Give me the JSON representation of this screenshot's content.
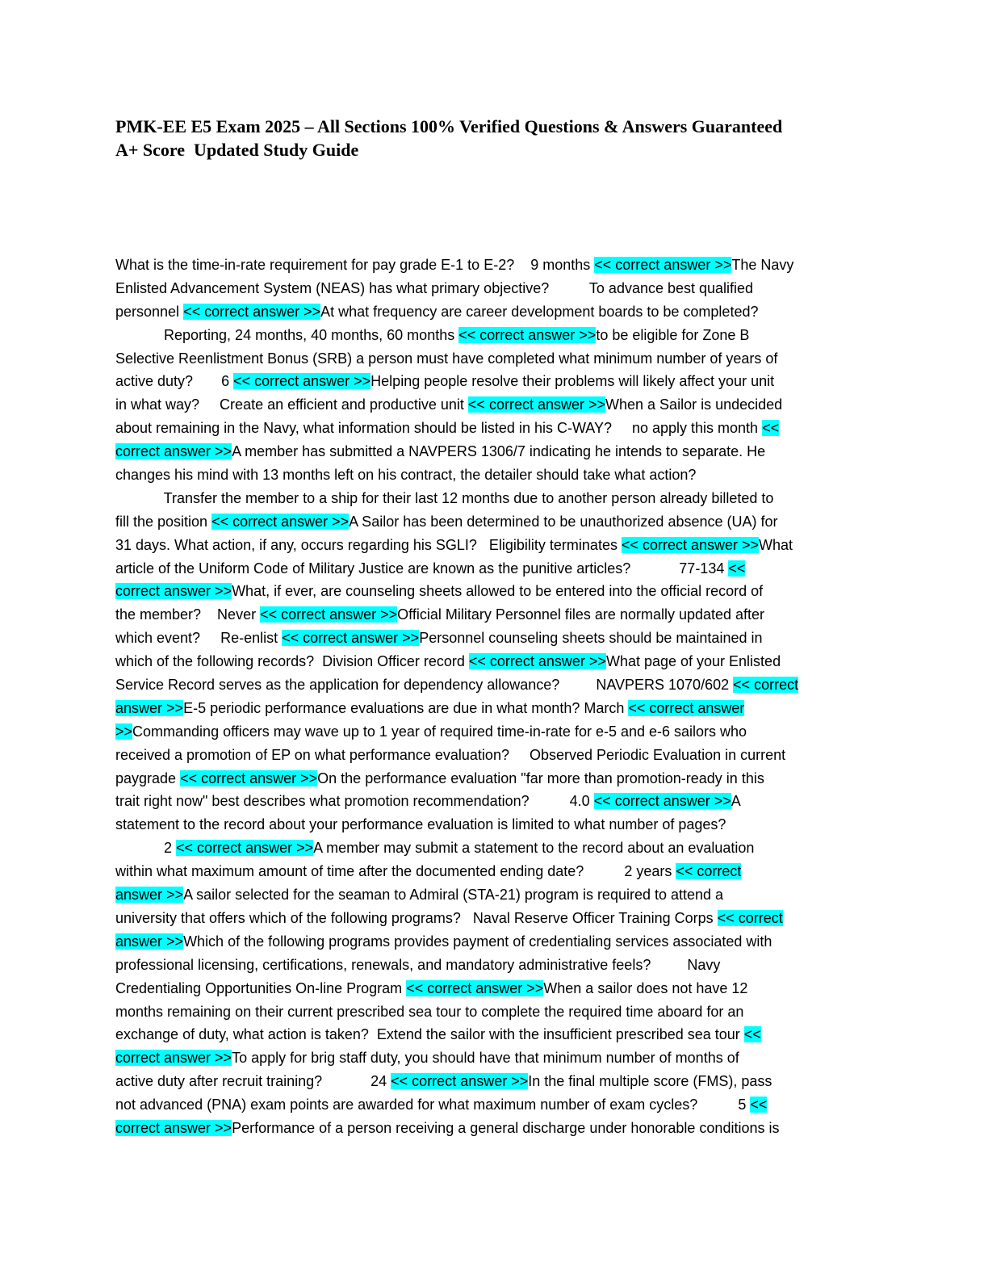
{
  "document": {
    "title_lines": [
      "PMK-EE E5 Exam 2025 – All Sections 100% Verified Questions & Answers Guaranteed",
      "A+ Score  Updated Study Guide"
    ],
    "highlight_color": "#00ffff",
    "body_lines": [
      [
        {
          "t": "What is the time-in-rate requirement for pay grade E-1 to E-2?    9 months "
        },
        {
          "t": "<< correct answer >>",
          "hl": true
        },
        {
          "t": "The Navy"
        }
      ],
      [
        {
          "t": "Enlisted Advancement System (NEAS) has what primary objective?          To advance best qualified"
        }
      ],
      [
        {
          "t": "personnel "
        },
        {
          "t": "<< correct answer >>",
          "hl": true
        },
        {
          "t": "At what frequency are career development boards to be completed?"
        }
      ],
      [
        {
          "t": "            Reporting, 24 months, 40 months, 60 months "
        },
        {
          "t": "<< correct answer >>",
          "hl": true
        },
        {
          "t": "to be eligible for Zone B"
        }
      ],
      [
        {
          "t": "Selective Reenlistment Bonus (SRB) a person must have completed what minimum number of years of"
        }
      ],
      [
        {
          "t": "active duty?       6 "
        },
        {
          "t": "<< correct answer >>",
          "hl": true
        },
        {
          "t": "Helping people resolve their problems will likely affect your unit"
        }
      ],
      [
        {
          "t": "in what way?     Create an efficient and productive unit "
        },
        {
          "t": "<< correct answer >>",
          "hl": true
        },
        {
          "t": "When a Sailor is undecided"
        }
      ],
      [
        {
          "t": "about remaining in the Navy, what information should be listed in his C-WAY?     no apply this month "
        },
        {
          "t": "<<",
          "hl": true
        }
      ],
      [
        {
          "t": "correct answer >>",
          "hl": true
        },
        {
          "t": "A member has submitted a NAVPERS 1306/7 indicating he intends to separate. He"
        }
      ],
      [
        {
          "t": "changes his mind with 13 months left on his contract, the detailer should take what action?"
        }
      ],
      [
        {
          "t": "            Transfer the member to a ship for their last 12 months due to another person already billeted to"
        }
      ],
      [
        {
          "t": "fill the position "
        },
        {
          "t": "<< correct answer >>",
          "hl": true
        },
        {
          "t": "A Sailor has been determined to be unauthorized absence (UA) for"
        }
      ],
      [
        {
          "t": "31 days. What action, if any, occurs regarding his SGLI?   Eligibility terminates "
        },
        {
          "t": "<< correct answer >>",
          "hl": true
        },
        {
          "t": "What"
        }
      ],
      [
        {
          "t": "article of the Uniform Code of Military Justice are known as the punitive articles?            77-134 "
        },
        {
          "t": "<<",
          "hl": true
        }
      ],
      [
        {
          "t": "correct answer >>",
          "hl": true
        },
        {
          "t": "What, if ever, are counseling sheets allowed to be entered into the official record of"
        }
      ],
      [
        {
          "t": "the member?    Never "
        },
        {
          "t": "<< correct answer >>",
          "hl": true
        },
        {
          "t": "Official Military Personnel files are normally updated after"
        }
      ],
      [
        {
          "t": "which event?     Re-enlist "
        },
        {
          "t": "<< correct answer >>",
          "hl": true
        },
        {
          "t": "Personnel counseling sheets should be maintained in"
        }
      ],
      [
        {
          "t": "which of the following records?  Division Officer record "
        },
        {
          "t": "<< correct answer >>",
          "hl": true
        },
        {
          "t": "What page of your Enlisted"
        }
      ],
      [
        {
          "t": "Service Record serves as the application for dependency allowance?         NAVPERS 1070/602 "
        },
        {
          "t": "<< correct",
          "hl": true
        }
      ],
      [
        {
          "t": "answer >>",
          "hl": true
        },
        {
          "t": "E-5 periodic performance evaluations are due in what month? March "
        },
        {
          "t": "<< correct answer",
          "hl": true
        }
      ],
      [
        {
          "t": ">>",
          "hl": true
        },
        {
          "t": "Commanding officers may wave up to 1 year of required time-in-rate for e-5 and e-6 sailors who"
        }
      ],
      [
        {
          "t": "received a promotion of EP on what performance evaluation?     Observed Periodic Evaluation in current"
        }
      ],
      [
        {
          "t": "paygrade "
        },
        {
          "t": "<< correct answer >>",
          "hl": true
        },
        {
          "t": "On the performance evaluation \"far more than promotion-ready in this"
        }
      ],
      [
        {
          "t": "trait right now\" best describes what promotion recommendation?          4.0 "
        },
        {
          "t": "<< correct answer >>",
          "hl": true
        },
        {
          "t": "A"
        }
      ],
      [
        {
          "t": "statement to the record about your performance evaluation is limited to what number of pages?"
        }
      ],
      [
        {
          "t": "            2 "
        },
        {
          "t": "<< correct answer >>",
          "hl": true
        },
        {
          "t": "A member may submit a statement to the record about an evaluation"
        }
      ],
      [
        {
          "t": "within what maximum amount of time after the documented ending date?          2 years "
        },
        {
          "t": "<< correct",
          "hl": true
        }
      ],
      [
        {
          "t": "answer >>",
          "hl": true
        },
        {
          "t": "A sailor selected for the seaman to Admiral (STA-21) program is required to attend a"
        }
      ],
      [
        {
          "t": "university that offers which of the following programs?   Naval Reserve Officer Training Corps "
        },
        {
          "t": "<< correct",
          "hl": true
        }
      ],
      [
        {
          "t": "answer >>",
          "hl": true
        },
        {
          "t": "Which of the following programs provides payment of credentialing services associated with"
        }
      ],
      [
        {
          "t": "professional licensing, certifications, renewals, and mandatory administrative feels?         Navy"
        }
      ],
      [
        {
          "t": "Credentialing Opportunities On-line Program "
        },
        {
          "t": "<< correct answer >>",
          "hl": true
        },
        {
          "t": "When a sailor does not have 12"
        }
      ],
      [
        {
          "t": "months remaining on their current prescribed sea tour to complete the required time aboard for an"
        }
      ],
      [
        {
          "t": "exchange of duty, what action is taken?  Extend the sailor with the insufficient prescribed sea tour "
        },
        {
          "t": "<<",
          "hl": true
        }
      ],
      [
        {
          "t": "correct answer >>",
          "hl": true
        },
        {
          "t": "To apply for brig staff duty, you should have that minimum number of months of"
        }
      ],
      [
        {
          "t": "active duty after recruit training?            24 "
        },
        {
          "t": "<< correct answer >>",
          "hl": true
        },
        {
          "t": "In the final multiple score (FMS), pass"
        }
      ],
      [
        {
          "t": "not advanced (PNA) exam points are awarded for what maximum number of exam cycles?          5 "
        },
        {
          "t": "<<",
          "hl": true
        }
      ],
      [
        {
          "t": "correct answer >>",
          "hl": true
        },
        {
          "t": "Performance of a person receiving a general discharge under honorable conditions is"
        }
      ]
    ]
  }
}
